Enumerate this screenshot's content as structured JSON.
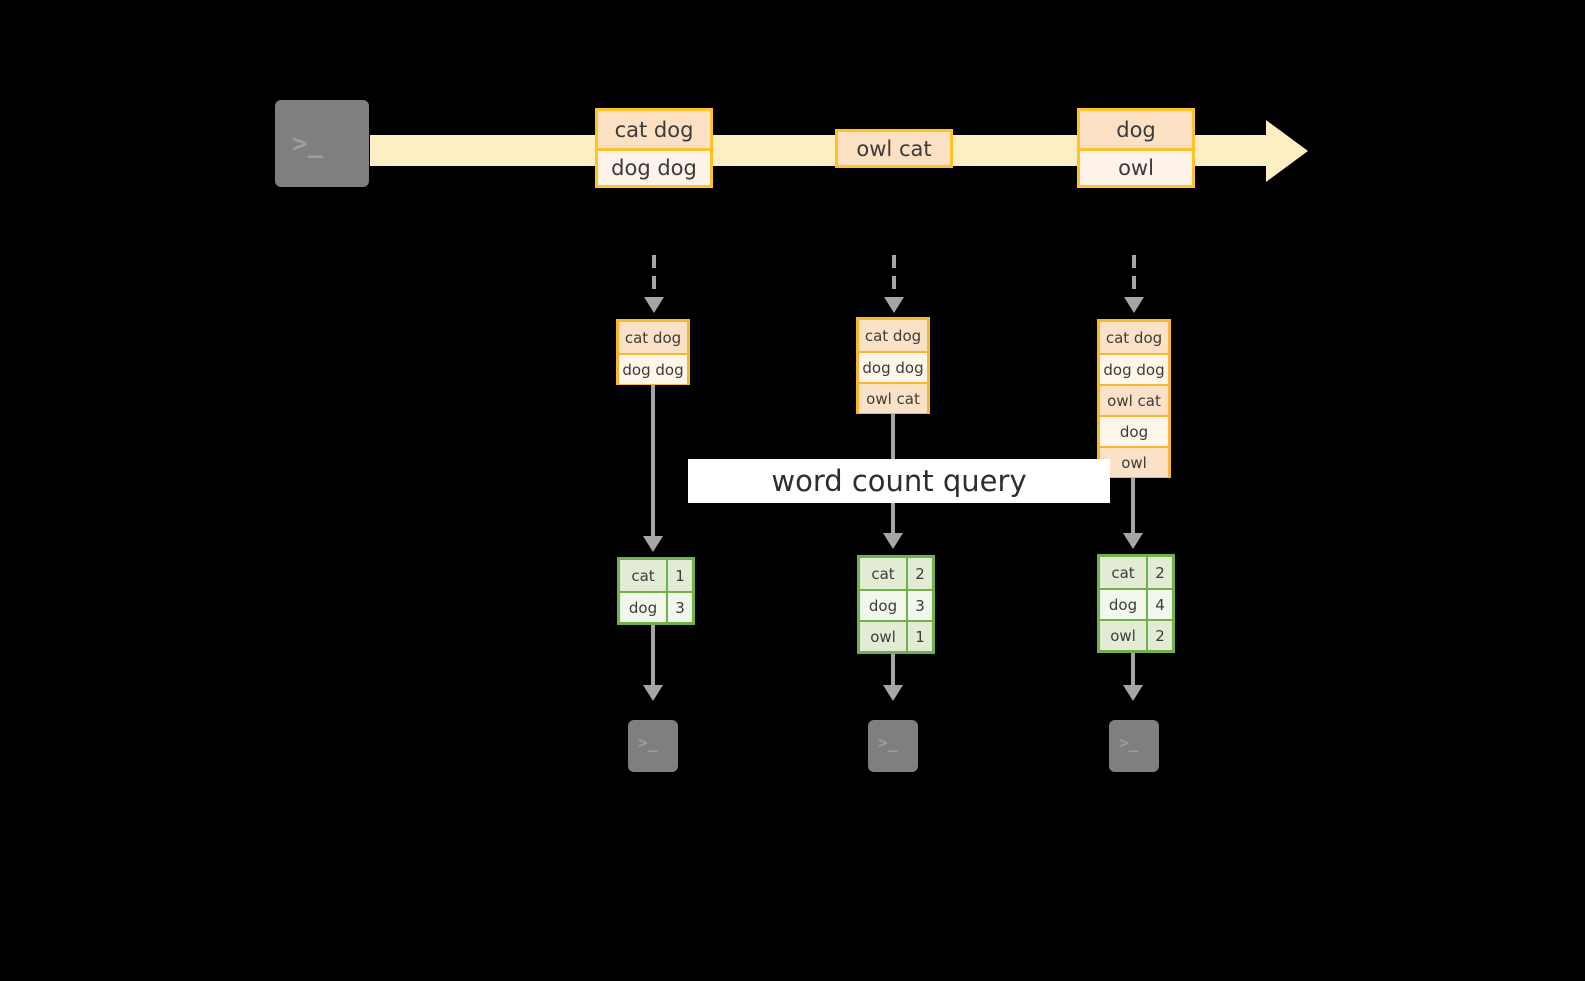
{
  "diagram": {
    "title": "word count query streaming diagram",
    "colors": {
      "background": "#000000",
      "stream_fill": "#fdeec4",
      "event_border": "#ffc328",
      "event_fill_dark": "#fbe0c3",
      "event_fill_light": "#fdf3e8",
      "result_border": "#71b14a",
      "result_fill_dark": "#e2ecd5",
      "result_fill_light": "#f2f7ec",
      "arrow_gray": "#a6a6a6",
      "terminal_gray": "#7f7f7f",
      "label_band": "#ffffff"
    }
  },
  "source": {
    "icon": "terminal-icon",
    "prompt": ">_"
  },
  "stream": {
    "events": [
      {
        "id": "event-1",
        "lines": [
          "cat dog",
          "dog dog"
        ]
      },
      {
        "id": "event-2",
        "lines": [
          "owl cat"
        ]
      },
      {
        "id": "event-3",
        "lines": [
          "dog",
          "owl"
        ]
      }
    ]
  },
  "query_label": "word count query",
  "snapshots": [
    {
      "id": "snapshot-1",
      "input_rows": [
        "cat dog",
        "dog dog"
      ],
      "result_header": null,
      "result_rows": [
        {
          "word": "cat",
          "count": "1"
        },
        {
          "word": "dog",
          "count": "3"
        }
      ],
      "sink": {
        "icon": "terminal-icon",
        "prompt": ">_"
      }
    },
    {
      "id": "snapshot-2",
      "input_rows": [
        "cat dog",
        "dog dog",
        "owl cat"
      ],
      "result_header": null,
      "result_rows": [
        {
          "word": "cat",
          "count": "2"
        },
        {
          "word": "dog",
          "count": "3"
        },
        {
          "word": "owl",
          "count": "1"
        }
      ],
      "sink": {
        "icon": "terminal-icon",
        "prompt": ">_"
      }
    },
    {
      "id": "snapshot-3",
      "input_rows": [
        "cat dog",
        "dog dog",
        "owl cat",
        "dog",
        "owl"
      ],
      "result_header": null,
      "result_rows": [
        {
          "word": "cat",
          "count": "2"
        },
        {
          "word": "dog",
          "count": "4"
        },
        {
          "word": "owl",
          "count": "2"
        }
      ],
      "sink": {
        "icon": "terminal-icon",
        "prompt": ">_"
      }
    }
  ]
}
